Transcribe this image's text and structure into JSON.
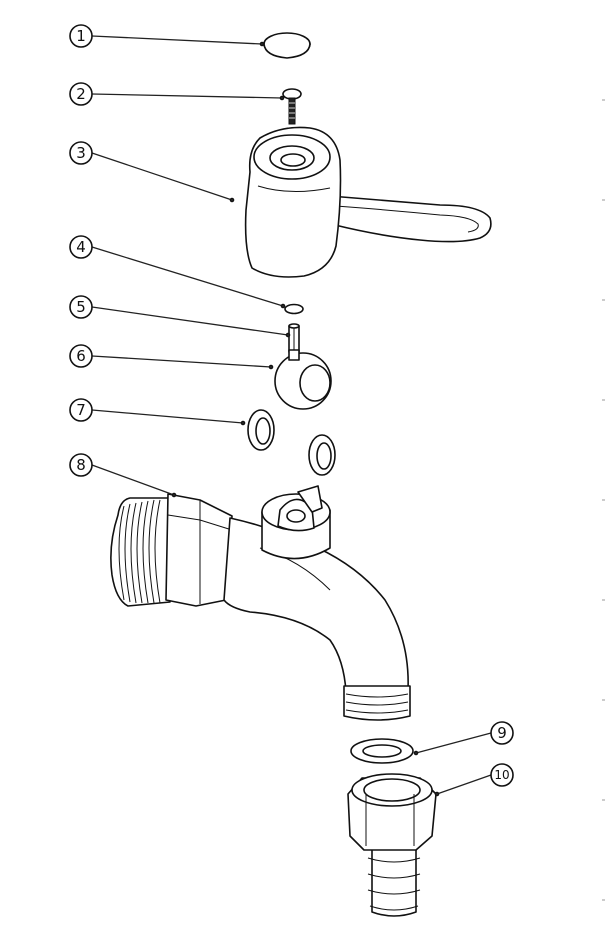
{
  "callouts": [
    {
      "label": "1",
      "part": "cap"
    },
    {
      "label": "2",
      "part": "screw"
    },
    {
      "label": "3",
      "part": "lever-handle"
    },
    {
      "label": "4",
      "part": "small-o-ring"
    },
    {
      "label": "5",
      "part": "spindle"
    },
    {
      "label": "6",
      "part": "ball"
    },
    {
      "label": "7",
      "part": "ball-seats"
    },
    {
      "label": "8",
      "part": "tap-body"
    },
    {
      "label": "9",
      "part": "washer"
    },
    {
      "label": "10",
      "part": "hose-connector"
    }
  ]
}
